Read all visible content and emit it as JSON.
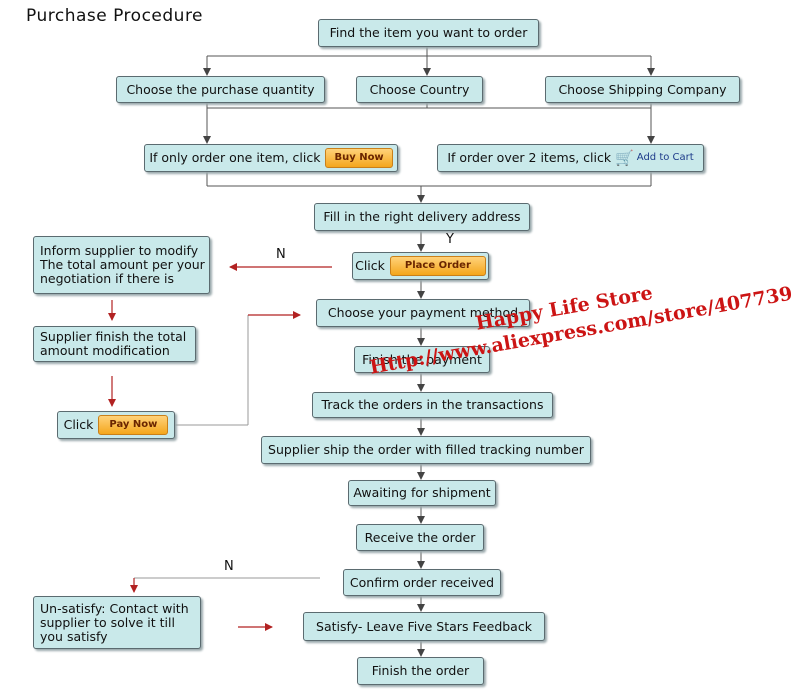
{
  "title": "Purchase Procedure",
  "steps": {
    "find_item": "Find the item you want to order",
    "choose_quantity": "Choose the purchase quantity",
    "choose_country": "Choose Country",
    "choose_shipping": "Choose Shipping Company",
    "order_one": "If only order one item, click",
    "buy_now": "Buy Now",
    "order_multi": "If order over 2 items, click",
    "add_to_cart": "Add to Cart",
    "fill_address": "Fill in the right delivery address",
    "click": "Click",
    "place_order": "Place Order",
    "payment_method": "Choose your payment method",
    "finish_payment": "Finish the payment",
    "track_orders": "Track the orders in the transactions",
    "supplier_ship": "Supplier ship the order with filled tracking number",
    "awaiting_shipment": "Awaiting for shipment",
    "receive_order": "Receive the order",
    "confirm_received": "Confirm order received",
    "satisfy": "Satisfy- Leave Five Stars Feedback",
    "finish_order": "Finish the order"
  },
  "side": {
    "inform_supplier": "Inform supplier to modify The total amount per your negotiation if there is",
    "supplier_finish": "Supplier finish the total amount modification",
    "click": "Click",
    "pay_now": "Pay Now",
    "unsatisfy": "Un-satisfy: Contact with supplier to solve it till you satisfy"
  },
  "labels": {
    "y": "Y",
    "n1": "N",
    "n2": "N"
  },
  "watermark": {
    "store": "Happy Life Store",
    "url": "Http://www.aliexpress.com/store/407739"
  },
  "colors": {
    "box": "#c9e9ea",
    "line": "#444444",
    "red_arrow": "#b22222",
    "watermark": "#cc1414"
  },
  "icons": [
    "shopping-cart-icon",
    "arrow-down-icon",
    "arrow-right-icon",
    "arrow-left-icon"
  ]
}
